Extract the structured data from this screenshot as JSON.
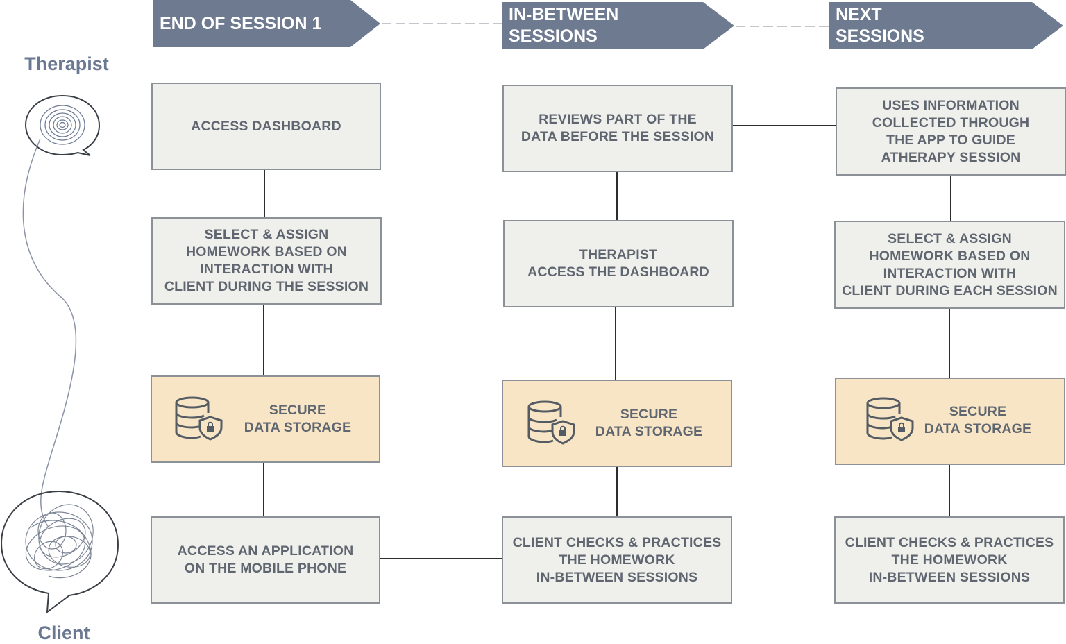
{
  "colors": {
    "phase_banner": "#6d7a90",
    "box_fill": "#eff0ec",
    "storage_fill": "#f7e5c6",
    "border": "#8c9097",
    "text": "#5f6670",
    "role_text": "#6a7892"
  },
  "roles": {
    "therapist": "Therapist",
    "client": "Client"
  },
  "phases": [
    {
      "label": "END OF SESSION 1"
    },
    {
      "label": "IN-BETWEEN\nSESSIONS"
    },
    {
      "label": "NEXT\nSESSIONS"
    }
  ],
  "columns": [
    {
      "steps": [
        "ACCESS DASHBOARD",
        "SELECT & ASSIGN\nHOMEWORK BASED ON\nINTERACTION WITH\nCLIENT DURING THE SESSION",
        "SECURE\nDATA STORAGE",
        "ACCESS AN APPLICATION\nON THE MOBILE PHONE"
      ]
    },
    {
      "steps": [
        "REVIEWS PART OF THE\nDATA BEFORE THE SESSION",
        "THERAPIST\nACCESS THE DASHBOARD",
        "SECURE\nDATA STORAGE",
        "CLIENT CHECKS & PRACTICES\nTHE HOMEWORK\nIN-BETWEEN SESSIONS"
      ]
    },
    {
      "steps": [
        "USES INFORMATION\nCOLLECTED THROUGH\nTHE APP TO GUIDE\nATHERAPY SESSION",
        "SELECT & ASSIGN\nHOMEWORK BASED ON\nINTERACTION WITH\nCLIENT DURING EACH SESSION",
        "SECURE\nDATA STORAGE",
        "CLIENT CHECKS & PRACTICES\nTHE HOMEWORK\nIN-BETWEEN SESSIONS"
      ]
    }
  ]
}
